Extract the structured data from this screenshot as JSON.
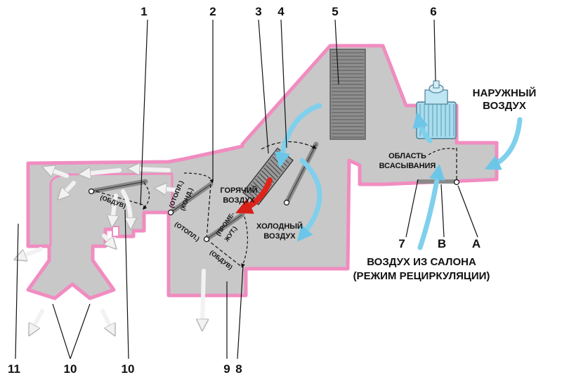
{
  "callouts": {
    "n1": "1",
    "n2": "2",
    "n3": "3",
    "n4": "4",
    "n5": "5",
    "n6": "6",
    "n7": "7",
    "nB": "B",
    "nA": "A",
    "n8": "8",
    "n9": "9",
    "n10a": "10",
    "n10b": "10",
    "n11": "11"
  },
  "labels": {
    "outside_air_1": "НАРУЖНЫЙ",
    "outside_air_2": "ВОЗДУХ",
    "intake_area_1": "ОБЛАСТЬ",
    "intake_area_2": "ВСАСЫВАНИЯ",
    "hot_air_1": "ГОРЯЧИЙ",
    "hot_air_2": "ВОЗДУХ",
    "cold_air_1": "ХОЛОДНЫЙ",
    "cold_air_2": "ВОЗДУХ",
    "cabin_air_1": "ВОЗДУХ ИЗ САЛОНА",
    "cabin_air_2": "(РЕЖИМ РЕЦИРКУЛЯЦИИ)"
  },
  "door_labels": {
    "defrost_left": "(ОБДУВ)",
    "heat_top": "(ОТОПЛ.)",
    "cond": "(КОНД.)",
    "heat_bottom": "(ОТОПЛ.)",
    "interm_1": "(ПРОМЕ-",
    "interm_2": "ЖУТ.)",
    "defrost_right": "(ОБДУВ)"
  },
  "colors": {
    "housing_fill": "#c8c8c8",
    "housing_outline": "#f08cc0",
    "cold_arrow": "#7fd0ec",
    "hot_arrow": "#e0231b",
    "blower": "#a8dcee",
    "flow_arrow": "#efefef"
  }
}
